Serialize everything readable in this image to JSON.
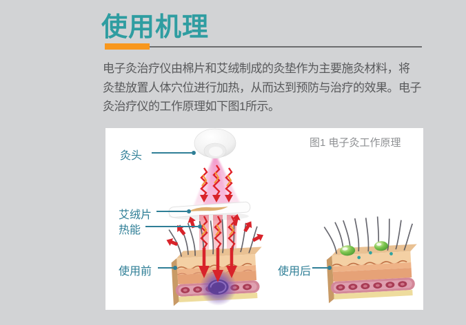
{
  "page": {
    "background_color": "#d2d3d5",
    "title": "使用机理",
    "title_color": "#2f9da1",
    "accent_bar_color": "#f8971d",
    "rule_color": "#6b6c6e"
  },
  "intro": {
    "text_color": "#58595b",
    "lines": [
      "电子灸治疗仪由棉片和艾绒制成的灸垫作为主要施灸材料，将",
      "灸垫放置人体穴位进行加热，从而达到预防与治疗的效果。电子",
      "灸治疗仪的工作原理如下图1所示。"
    ]
  },
  "figure": {
    "caption": "图1 电子灸工作原理",
    "caption_color": "#8d8f92",
    "label_color": "#2e7e96",
    "labels": {
      "head": "灸头",
      "moxa_sheet": "艾绒片",
      "heat": "热能",
      "before": "使用前",
      "after": "使用后"
    },
    "illustration_colors": {
      "cone_pink": "#ee8fc4",
      "heat_red": "#d8232a",
      "skin_tan": "#f4d0a4",
      "vessel_pink": "#d38799",
      "blockage_purple": "#6a43ab",
      "droplet_green": "#7cc44e"
    }
  }
}
